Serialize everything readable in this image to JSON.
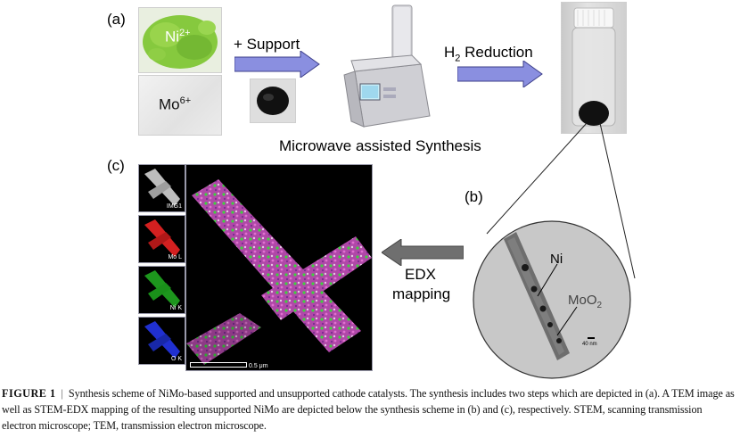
{
  "panels": {
    "a": "(a)",
    "b": "(b)",
    "c": "(c)"
  },
  "precursors": {
    "ni": {
      "ion": "Ni",
      "charge": "2+",
      "color": "#7fc63a"
    },
    "mo": {
      "ion": "Mo",
      "charge": "6+"
    }
  },
  "steps": {
    "support": "+ Support",
    "reduction_h": "H",
    "reduction_sub": "2",
    "reduction_rest": " Reduction",
    "microwave": "Microwave assisted Synthesis",
    "edx_line1": "EDX",
    "edx_line2": "mapping"
  },
  "tem": {
    "ni_label": "Ni",
    "moo2_label": "MoO",
    "moo2_sub": "2",
    "scale": "40 nm"
  },
  "edx_maps": [
    {
      "label": "IMG1",
      "color": "#9a9a9a"
    },
    {
      "label": "Mo L",
      "color": "#d42020"
    },
    {
      "label": "Ni K",
      "color": "#20b020"
    },
    {
      "label": "O K",
      "color": "#2030d0"
    }
  ],
  "edx_scale": "0.5 μm",
  "arrow_color": "#8a8fe0",
  "caption": {
    "figure_label": "FIGURE 1",
    "separator": "|",
    "text": "Synthesis scheme of NiMo-based supported and unsupported cathode catalysts. The synthesis includes two steps which are depicted in (a). A TEM image as well as STEM-EDX mapping of the resulting unsupported NiMo are depicted below the synthesis scheme in (b) and (c), respectively. STEM, scanning transmission electron microscope; TEM, transmission electron microscope."
  }
}
